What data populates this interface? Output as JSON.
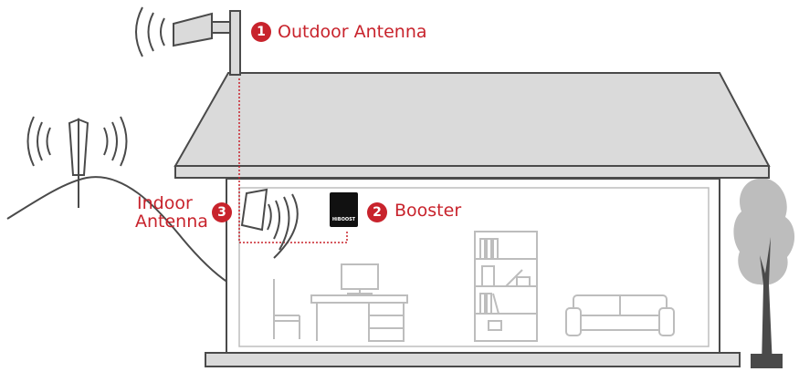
{
  "callouts": [
    {
      "number": "1",
      "label": "Outdoor Antenna"
    },
    {
      "number": "2",
      "label": "Booster"
    },
    {
      "number": "3",
      "label_line1": "Indoor",
      "label_line2": "Antenna"
    }
  ],
  "booster_brand": "HiBOOST",
  "colors": {
    "accent": "#c8232c",
    "line": "#4a4a4a",
    "roof": "#dadada",
    "faint": "#bdbdbd"
  }
}
